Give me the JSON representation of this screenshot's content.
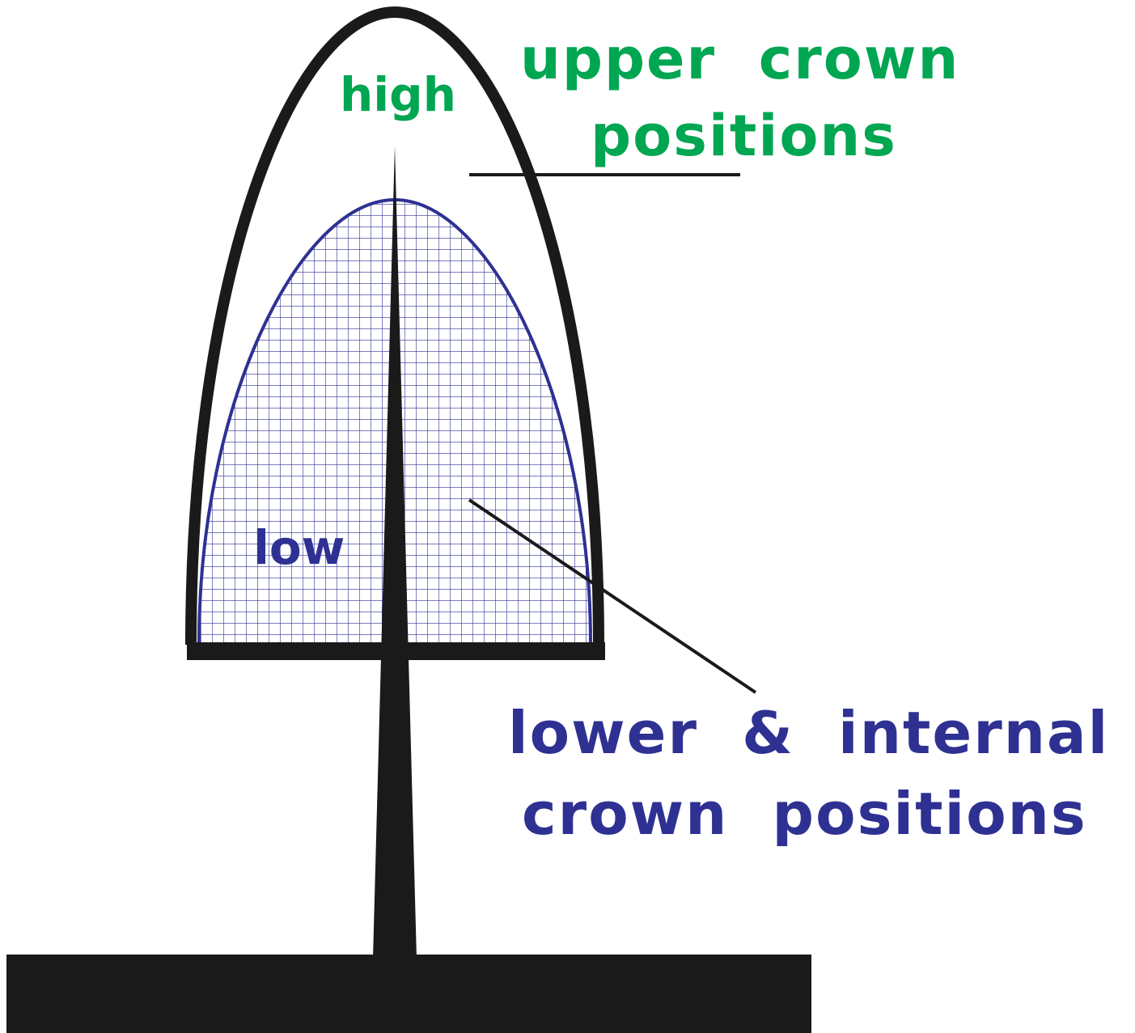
{
  "labels": {
    "high": "high",
    "low": "low",
    "upper_line1": "upper  crown",
    "upper_line2": "positions",
    "lower_line1": "lower  &  internal",
    "lower_line2": "crown  positions"
  },
  "colors": {
    "upper_green": "#00a651",
    "lower_blue": "#2e3192",
    "outline": "#1a1a1a",
    "grid": "#2e3192",
    "background": "#ffffff"
  }
}
